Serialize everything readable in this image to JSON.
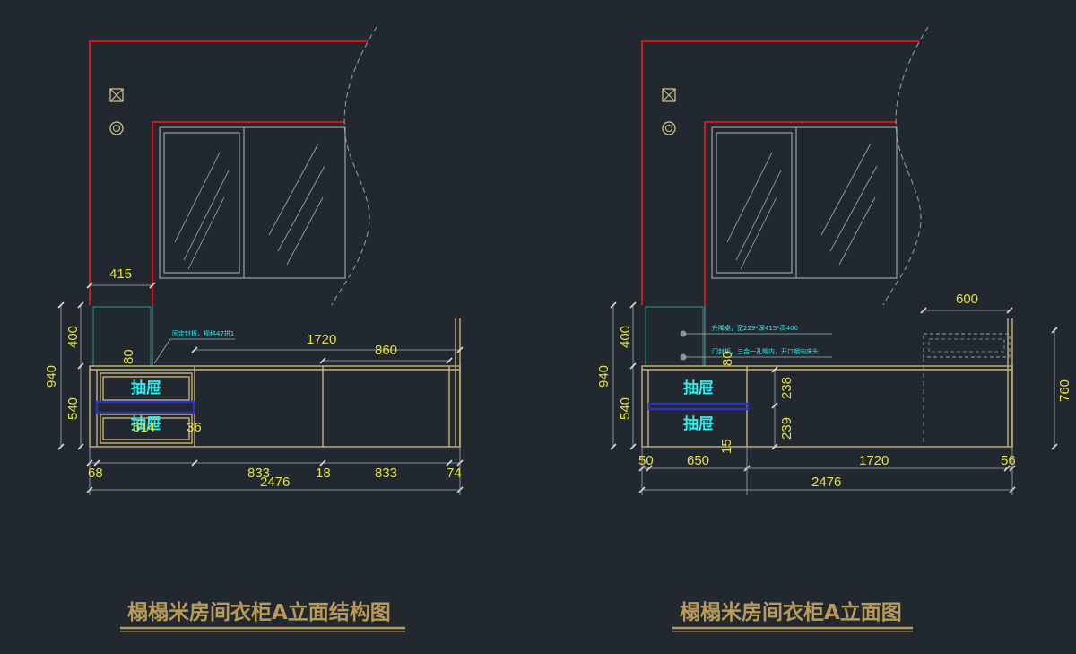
{
  "left": {
    "title": "榻榻米房间衣柜A立面结构图",
    "dims": {
      "d415": "415",
      "d400": "400",
      "d940": "940",
      "d540": "540",
      "d80": "80",
      "d1720": "1720",
      "d860": "860",
      "d614": "614",
      "d36": "36",
      "d68": "68",
      "d833a": "833",
      "d18": "18",
      "d833b": "833",
      "d74": "74",
      "d2476": "2476"
    },
    "drawer_top": "抽屉",
    "drawer_bottom": "抽屉",
    "note": "固定封板，规格47拼1"
  },
  "right": {
    "title": "榻榻米房间衣柜A立面图",
    "dims": {
      "d600": "600",
      "d400": "400",
      "d940": "940",
      "d540": "540",
      "d80": "80",
      "d238": "238",
      "d239": "239",
      "d15": "15",
      "d760": "760",
      "d50": "50",
      "d650": "650",
      "d1720": "1720",
      "d56": "56",
      "d2476": "2476"
    },
    "drawer_top": "抽屉",
    "drawer_bottom": "抽屉",
    "note1": "升降桌，宽229*深415*高400",
    "note2": "门封板，三合一孔朝内，开口朝向床头"
  },
  "colors": {
    "background": "#212830",
    "wall": "#d01616",
    "dimension_text": "#e8e23a",
    "label_text": "#2ff0f0",
    "title": "#b99a58",
    "cabinet": "#c9b57a",
    "drawer_handle": "#2a32c8"
  }
}
